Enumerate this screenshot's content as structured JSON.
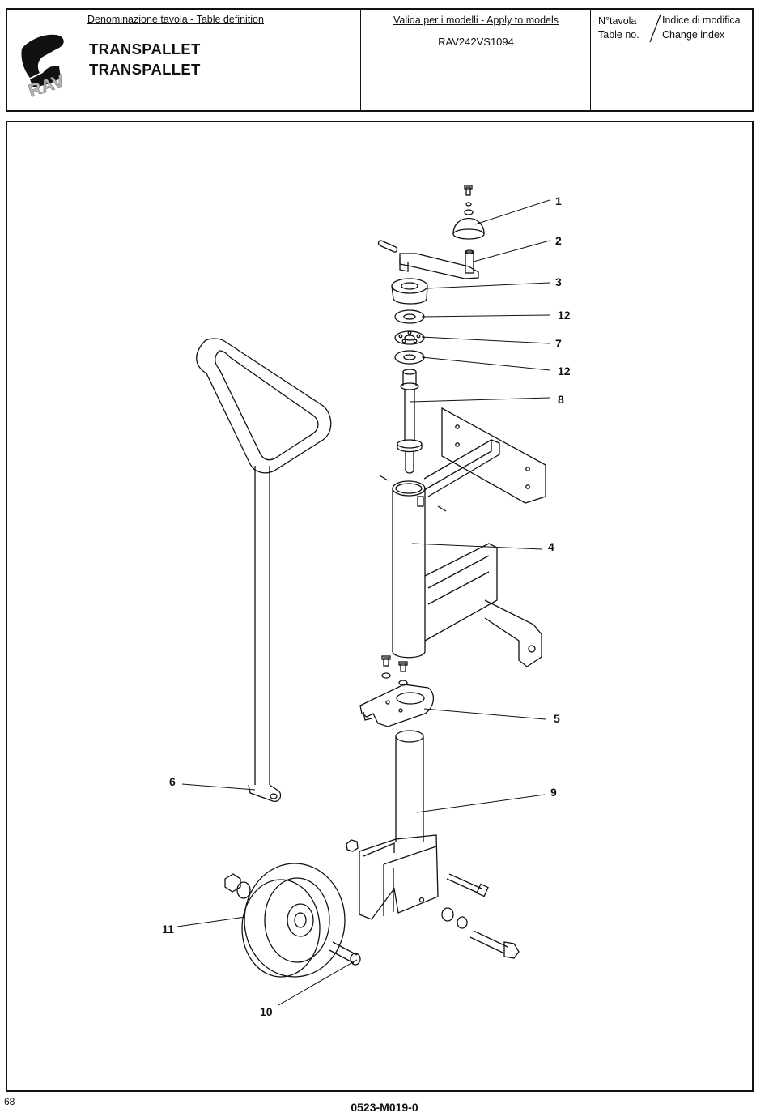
{
  "header": {
    "logo_text": "RAV",
    "definition_label": "Denominazione tavola - Table definition",
    "title_it": "TRANSPALLET",
    "title_en": "TRANSPALLET",
    "models_label": "Valida per i modelli - Apply to models",
    "model_code": "RAV242VS1094",
    "table_no_it": "N°tavola",
    "table_no_en": "Table no.",
    "change_index_it": "Indice di modifica",
    "change_index_en": "Change index"
  },
  "parts": {
    "p1": "1",
    "p2": "2",
    "p3": "3",
    "p12a": "12",
    "p7": "7",
    "p12b": "12",
    "p8": "8",
    "p4": "4",
    "p5": "5",
    "p6": "6",
    "p9": "9",
    "p11": "11",
    "p10": "10"
  },
  "footer": {
    "page_number": "68",
    "drawing_code": "0523-M019-0"
  },
  "colors": {
    "line": "#111111",
    "logo_gray": "#b8b8b8"
  }
}
